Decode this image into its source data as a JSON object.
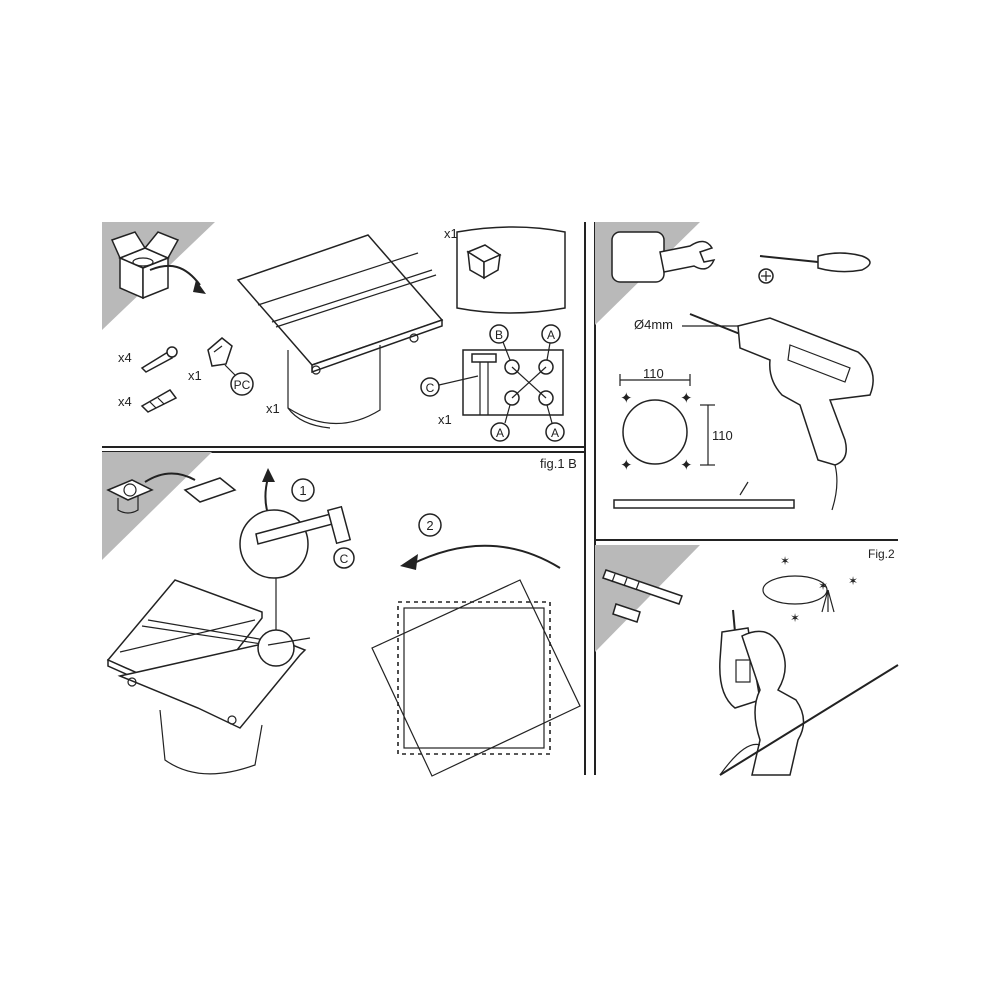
{
  "panel1": {
    "qty_screws": "x4",
    "qty_plugs": "x4",
    "qty_clip": "x1",
    "label_pc": "PC",
    "qty_fan": "x1",
    "qty_cover": "x1",
    "qty_board": "x1",
    "callout_b": "B",
    "callout_c": "C",
    "callout_a": "A"
  },
  "panel2": {
    "drill_label": "Ø4mm",
    "dim_width": "110",
    "dim_height": "110"
  },
  "panel3": {
    "fig_label": "fig.1 B",
    "step1": "1",
    "step2": "2",
    "callout_c": "C"
  },
  "panel4": {
    "fig_label": "Fig.2"
  }
}
